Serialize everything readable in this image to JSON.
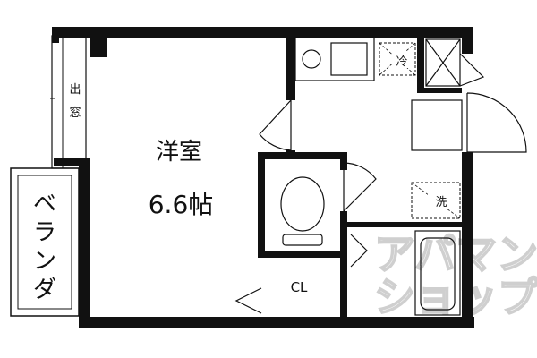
{
  "floorplan": {
    "room_main": {
      "name": "洋室",
      "size": "6.6帖"
    },
    "window_label": [
      "出",
      "窓"
    ],
    "veranda_label": [
      "ベ",
      "ラ",
      "ン",
      "ダ"
    ],
    "fridge_label": "冷",
    "washer_label": "洗",
    "closet_label": "CL",
    "watermark_lines": [
      "アパマン",
      "ショップ"
    ]
  }
}
